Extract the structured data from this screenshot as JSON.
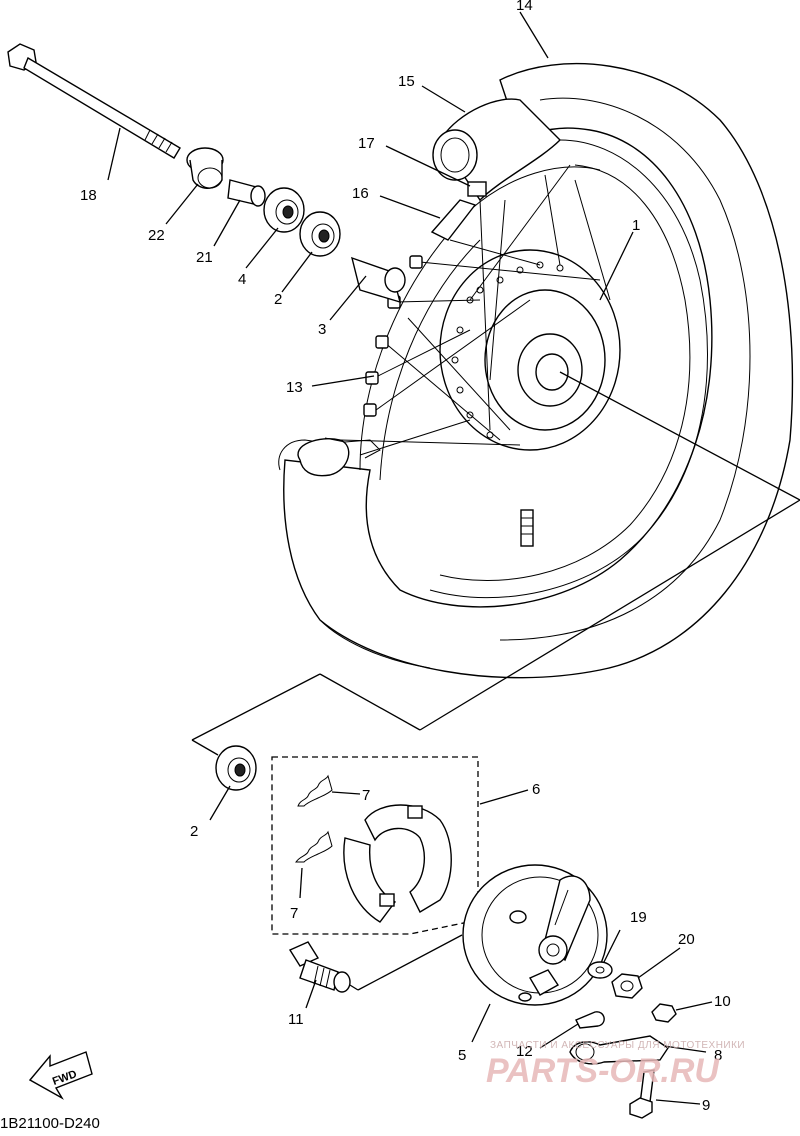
{
  "diagram": {
    "code": "1B21100-D240",
    "fwd": "FWD",
    "labels": {
      "l1": "1",
      "l2a": "2",
      "l2b": "2",
      "l3": "3",
      "l4": "4",
      "l5": "5",
      "l6": "6",
      "l7a": "7",
      "l7b": "7",
      "l8": "8",
      "l9": "9",
      "l10": "10",
      "l11": "11",
      "l12": "12",
      "l13": "13",
      "l14": "14",
      "l15": "15",
      "l16": "16",
      "l17": "17",
      "l18": "18",
      "l19": "19",
      "l20": "20",
      "l21": "21",
      "l22": "22"
    }
  },
  "watermark": {
    "tagline": "ЗАПЧАСТИ И АКСЕССУАРЫ ДЛЯ МОТОТЕХНИКИ",
    "brand": "PARTS-OR.RU"
  }
}
